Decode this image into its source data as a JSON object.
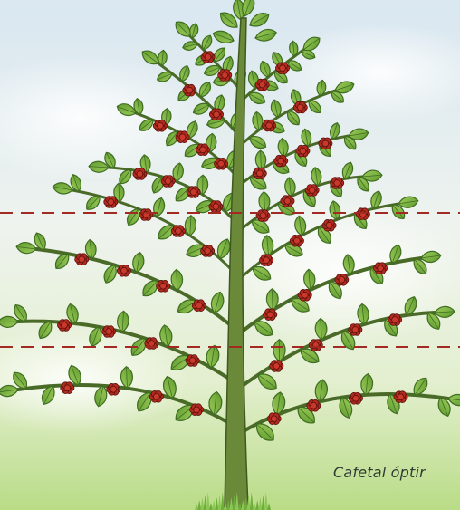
{
  "caption": "Cafetal óptir",
  "colors": {
    "sky_top": "#dce9f1",
    "sky_mid": "#eef4ec",
    "ground": "#bfe08e",
    "trunk": "#6a8a3a",
    "leaf": "#7cb342",
    "leaf_dark": "#3f6d21",
    "cherry": "#b02a1f",
    "guide_line": "#a22a22"
  },
  "icons": [
    "coffee-tree-illustration",
    "coffee-cherry-cluster",
    "leaf"
  ]
}
